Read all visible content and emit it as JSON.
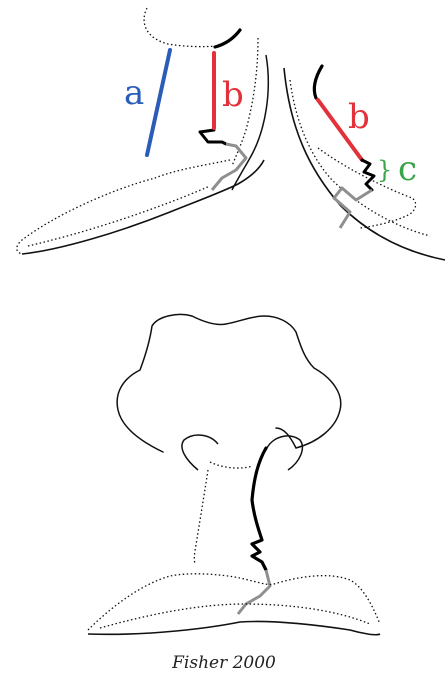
{
  "colors": {
    "segment_a": "#2a5db8",
    "segment_b": "#e2313a",
    "segment_c": "#3aa548",
    "outline": "#111111",
    "incision": "#000000",
    "scar": "#8f8f8f"
  },
  "labels": {
    "a": "a",
    "b_left": "b",
    "b_right": "b",
    "c": "c",
    "c_brace": "}"
  },
  "caption": "Fisher 2000"
}
